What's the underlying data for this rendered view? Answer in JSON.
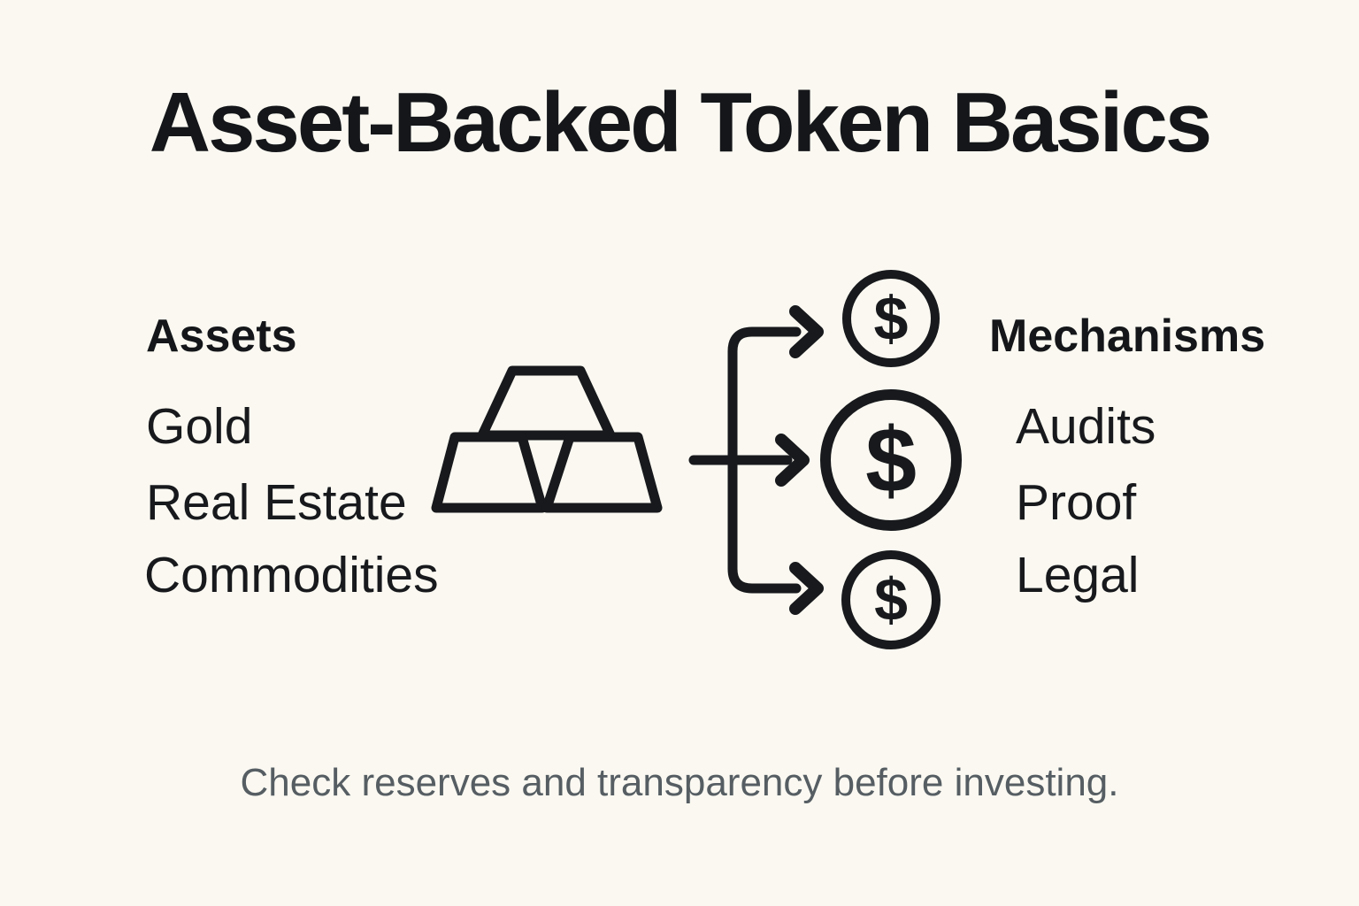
{
  "title": "Asset-Backed Token Basics",
  "assets": {
    "heading": "Assets",
    "items": [
      "Gold",
      "Real Estate",
      "Commodities"
    ]
  },
  "mechanisms": {
    "heading": "Mechanisms",
    "items": [
      "Audits",
      "Proof",
      "Legal"
    ]
  },
  "coins": {
    "symbol": "$"
  },
  "footer": "Check reserves and transparency before investing.",
  "colors": {
    "background": "#FAF8F1",
    "ink": "#17191C",
    "muted_text": "#565E63"
  }
}
